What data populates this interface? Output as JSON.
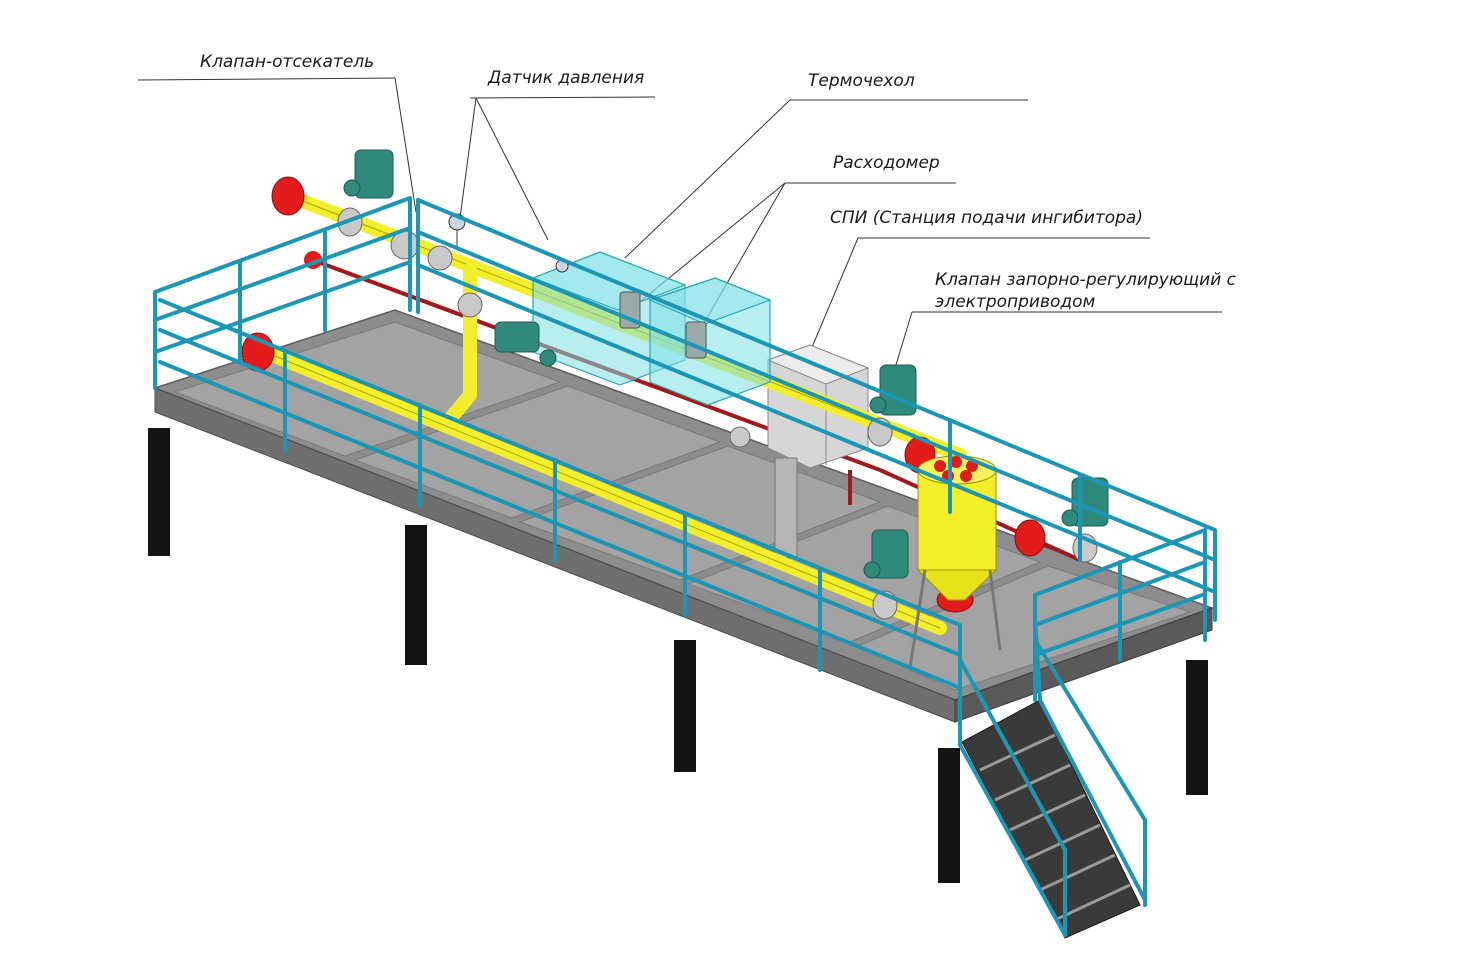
{
  "labels": {
    "valve_cutoff": "Клапан-отсекатель",
    "pressure_sensor": "Датчик давления",
    "thermo_cover": "Термочехол",
    "flowmeter": "Расходомер",
    "spi": "СПИ (Станция подачи ингибитора)",
    "control_valve_line1": "Клапан запорно-регулирующий с",
    "control_valve_line2": "электроприводом"
  },
  "colors": {
    "railing": "#1b97b5",
    "pipe": "#f2ee2a",
    "flange": "#e31b1b",
    "actuator": "#2f8a7c",
    "deck": "#8d8d8d",
    "legs": "#141414",
    "thermo_cover": "#7fe0e6",
    "spi_box": "#d6d6d6"
  }
}
